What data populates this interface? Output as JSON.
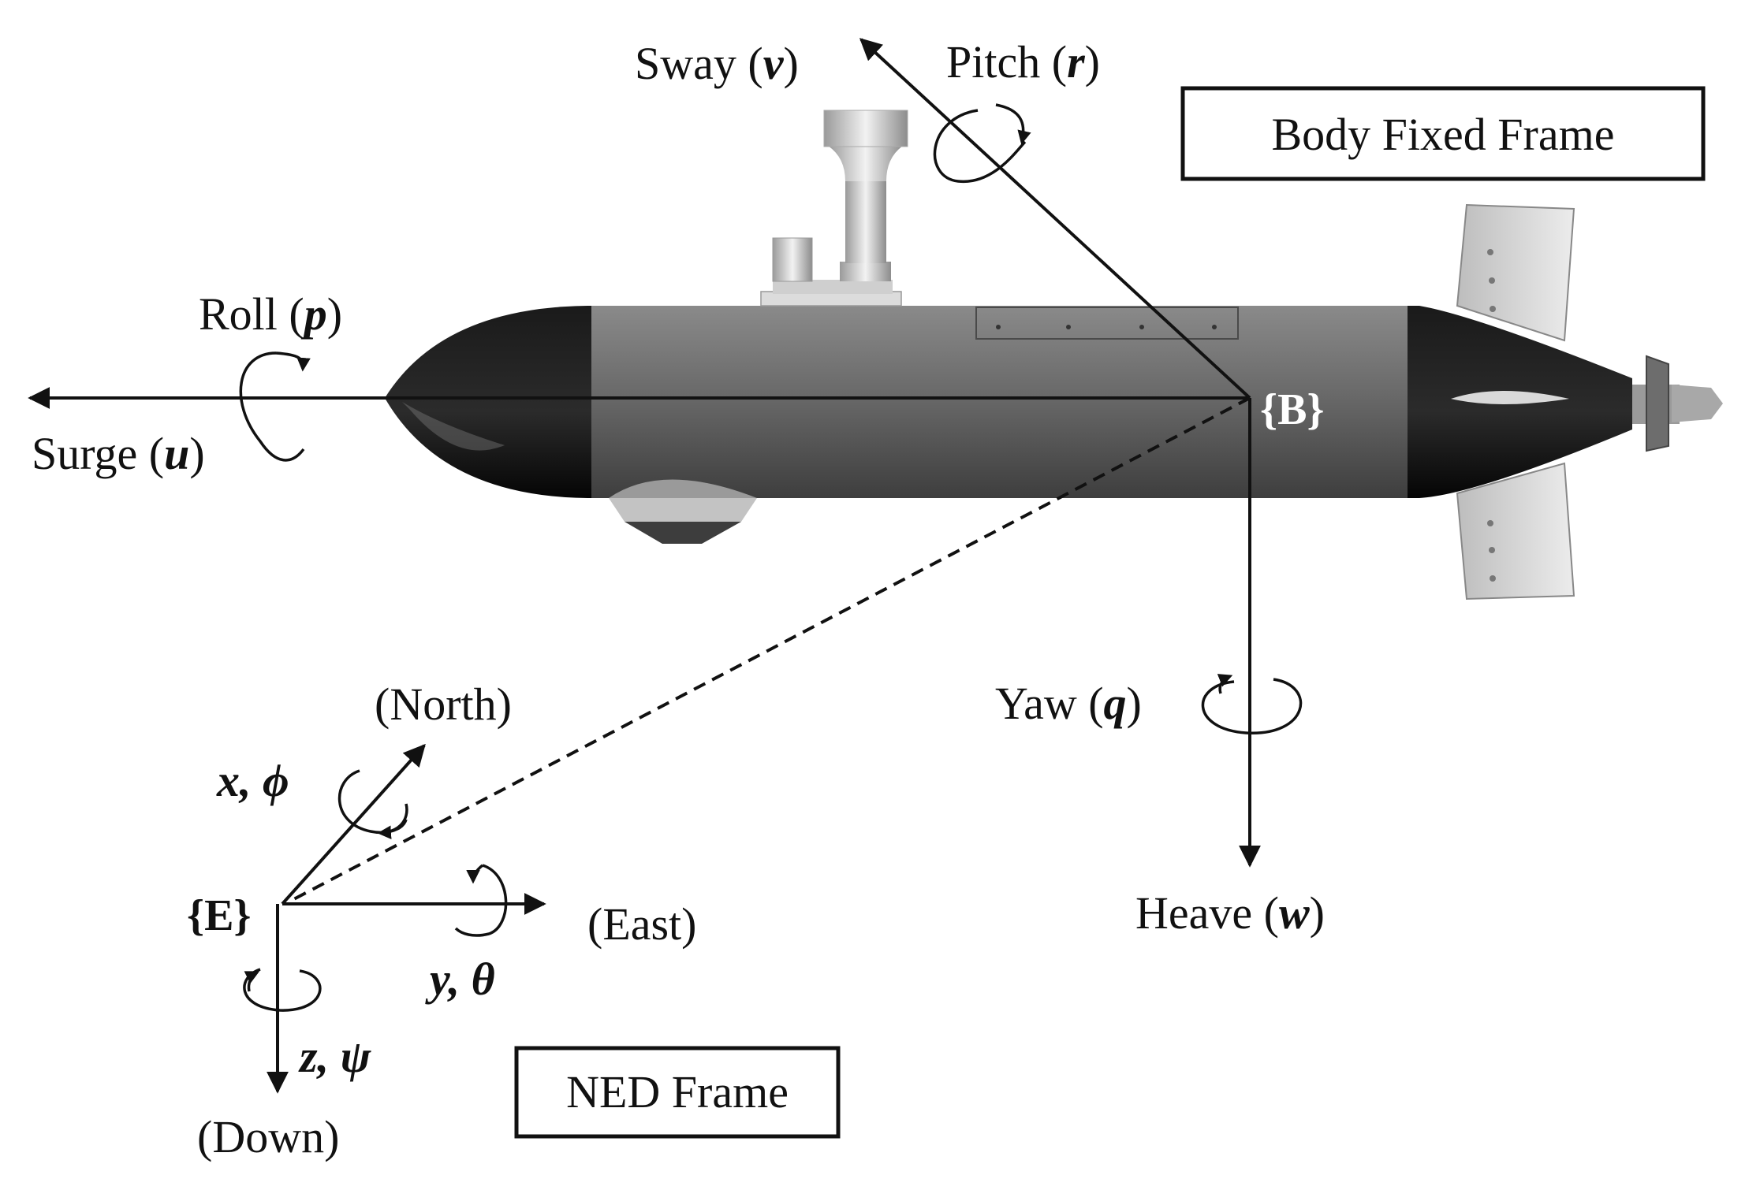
{
  "frames": {
    "body_frame_title": "Body Fixed Frame",
    "ned_frame_title": "NED Frame",
    "body_origin": "{B}",
    "earth_origin": "{E}"
  },
  "body_axes": {
    "surge": {
      "name": "Surge",
      "symbol": "u"
    },
    "sway": {
      "name": "Sway",
      "symbol": "v"
    },
    "heave": {
      "name": "Heave",
      "symbol": "w"
    },
    "roll": {
      "name": "Roll",
      "symbol": "p"
    },
    "pitch": {
      "name": "Pitch",
      "symbol": "r"
    },
    "yaw": {
      "name": "Yaw",
      "symbol": "q"
    }
  },
  "ned_axes": {
    "north": "(North)",
    "east": "(East)",
    "down": "(Down)",
    "x_phi": "x, ϕ",
    "y_theta": "y, θ",
    "z_psi": "z, ψ"
  },
  "colors": {
    "hull_gray": "#6f6f6f",
    "nose_black": "#0d0d0d",
    "fin_light": "#d8d8d8",
    "line": "#111111"
  }
}
